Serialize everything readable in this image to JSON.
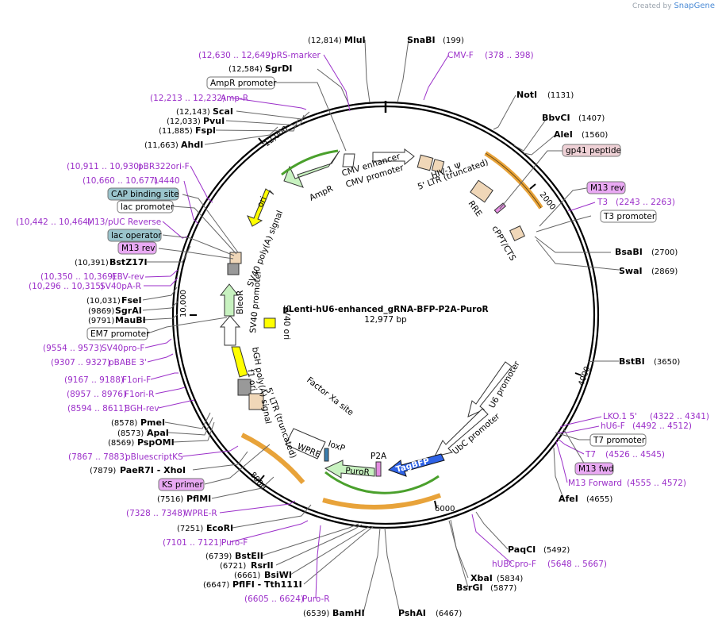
{
  "credit": {
    "prefix": "Created by",
    "brand": "SnapGene"
  },
  "plasmid": {
    "name": "pLenti-hU6-enhanced_gRNA-BFP-P2A-PuroR",
    "length_label": "12,977 bp",
    "length": 12977
  },
  "ticks": [
    "2000",
    "4000",
    "6000",
    "8000",
    "10,000",
    "12,000"
  ],
  "sites": [
    {
      "name": "MluI",
      "pos": "(12,814)",
      "side": "L"
    },
    {
      "name": "SnaBI",
      "pos": "(199)",
      "side": "R"
    },
    {
      "name": "SgrDI",
      "pos": "(12,584)",
      "side": "L"
    },
    {
      "name": "ScaI",
      "pos": "(12,143)",
      "side": "L"
    },
    {
      "name": "PvuI",
      "pos": "(12,033)",
      "side": "L"
    },
    {
      "name": "FspI",
      "pos": "(11,885)",
      "side": "L"
    },
    {
      "name": "AhdI",
      "pos": "(11,663)",
      "side": "L"
    },
    {
      "name": "NotI",
      "pos": "(1131)",
      "side": "R"
    },
    {
      "name": "BbvCI",
      "pos": "(1407)",
      "side": "R"
    },
    {
      "name": "AleI",
      "pos": "(1560)",
      "side": "R"
    },
    {
      "name": "BsaBI",
      "pos": "(2700)",
      "side": "R"
    },
    {
      "name": "SwaI",
      "pos": "(2869)",
      "side": "R"
    },
    {
      "name": "BstBI",
      "pos": "(3650)",
      "side": "R"
    },
    {
      "name": "BstZ17I",
      "pos": "(10,391)",
      "side": "L"
    },
    {
      "name": "FseI",
      "pos": "(10,031)",
      "side": "L"
    },
    {
      "name": "SgrAI",
      "pos": "(9869)",
      "side": "L"
    },
    {
      "name": "MauBI",
      "pos": "(9791)",
      "side": "L"
    },
    {
      "name": "PmeI",
      "pos": "(8578)",
      "side": "L"
    },
    {
      "name": "ApaI",
      "pos": "(8573)",
      "side": "L"
    },
    {
      "name": "PspOMI",
      "pos": "(8569)",
      "side": "L"
    },
    {
      "name": "PaeR7I - XhoI",
      "pos": "(7879)",
      "side": "L"
    },
    {
      "name": "PflMI",
      "pos": "(7516)",
      "side": "L"
    },
    {
      "name": "EcoRI",
      "pos": "(7251)",
      "side": "L"
    },
    {
      "name": "BstEII",
      "pos": "(6739)",
      "side": "L"
    },
    {
      "name": "RsrII",
      "pos": "(6721)",
      "side": "L"
    },
    {
      "name": "BsiWI",
      "pos": "(6661)",
      "side": "L"
    },
    {
      "name": "PflFI - Tth111I",
      "pos": "(6647)",
      "side": "L"
    },
    {
      "name": "BamHI",
      "pos": "(6539)",
      "side": "L"
    },
    {
      "name": "PshAI",
      "pos": "(6467)",
      "side": "R"
    },
    {
      "name": "XbaI",
      "pos": "(5834)",
      "side": "R"
    },
    {
      "name": "BsrGI",
      "pos": "(5877)",
      "side": "R"
    },
    {
      "name": "PaqCI",
      "pos": "(5492)",
      "side": "R"
    },
    {
      "name": "AfeI",
      "pos": "(4655)",
      "side": "R"
    }
  ],
  "primers": [
    {
      "name": "CMV-F",
      "range": "(378 .. 398)",
      "side": "R"
    },
    {
      "name": "pRS-marker",
      "range": "(12,630 .. 12,649)",
      "side": "L"
    },
    {
      "name": "Amp-R",
      "range": "(12,213 .. 12,232)",
      "side": "L"
    },
    {
      "name": "pBR322ori-F",
      "range": "(10,911 .. 10,930)",
      "side": "L"
    },
    {
      "name": "L4440",
      "range": "(10,660 .. 10,677)",
      "side": "L"
    },
    {
      "name": "M13/pUC Reverse",
      "range": "(10,442 .. 10,464)",
      "side": "L"
    },
    {
      "name": "EBV-rev",
      "range": "(10,350 .. 10,369)",
      "side": "L"
    },
    {
      "name": "SV40pA-R",
      "range": "(10,296 .. 10,315)",
      "side": "L"
    },
    {
      "name": "SV40pro-F",
      "range": "(9554 .. 9573)",
      "side": "L"
    },
    {
      "name": "pBABE 3'",
      "range": "(9307 .. 9327)",
      "side": "L"
    },
    {
      "name": "F1ori-F",
      "range": "(9167 .. 9188)",
      "side": "L"
    },
    {
      "name": "F1ori-R",
      "range": "(8957 .. 8976)",
      "side": "L"
    },
    {
      "name": "BGH-rev",
      "range": "(8594 .. 8611)",
      "side": "L"
    },
    {
      "name": "pBluescriptKS",
      "range": "(7867 .. 7883)",
      "side": "L"
    },
    {
      "name": "WPRE-R",
      "range": "(7328 .. 7348)",
      "side": "L"
    },
    {
      "name": "Puro-F",
      "range": "(7101 .. 7121)",
      "side": "L"
    },
    {
      "name": "Puro-R",
      "range": "(6605 .. 6624)",
      "side": "L"
    },
    {
      "name": "hUBCpro-F",
      "range": "(5648 .. 5667)",
      "side": "R"
    },
    {
      "name": "T3",
      "range": "(2243 .. 2263)",
      "side": "R"
    },
    {
      "name": "LKO.1 5'",
      "range": "(4322 .. 4341)",
      "side": "R"
    },
    {
      "name": "hU6-F",
      "range": "(4492 .. 4512)",
      "side": "R"
    },
    {
      "name": "T7",
      "range": "(4526 .. 4545)",
      "side": "R"
    },
    {
      "name": "M13 Forward",
      "range": "(4555 .. 4572)",
      "side": "R"
    }
  ],
  "boxes": [
    {
      "name": "AmpR promoter",
      "style": "white"
    },
    {
      "name": "gp41 peptide",
      "style": "pink"
    },
    {
      "name": "M13 rev",
      "style": "violet"
    },
    {
      "name": "T3 promoter",
      "style": "white"
    },
    {
      "name": "CAP binding site",
      "style": "teal"
    },
    {
      "name": "lac promoter",
      "style": "white"
    },
    {
      "name": "lac operator",
      "style": "teal"
    },
    {
      "name": "M13 rev",
      "style": "violet"
    },
    {
      "name": "EM7 promoter",
      "style": "white"
    },
    {
      "name": "T7 promoter",
      "style": "white"
    },
    {
      "name": "M13 fwd",
      "style": "violet"
    },
    {
      "name": "KS primer",
      "style": "violet"
    }
  ],
  "features": [
    {
      "name": "CMV enhancer"
    },
    {
      "name": "CMV promoter"
    },
    {
      "name": "HIV-1 Ψ"
    },
    {
      "name": "5' LTR (truncated)"
    },
    {
      "name": "RRE"
    },
    {
      "name": "cPPT/CTS"
    },
    {
      "name": "AmpR"
    },
    {
      "name": "ori"
    },
    {
      "name": "SV40 poly(A) signal"
    },
    {
      "name": "SV40 promoter"
    },
    {
      "name": "BleoR"
    },
    {
      "name": "SV40 ori"
    },
    {
      "name": "bGH poly(A) signal"
    },
    {
      "name": "f1 ori"
    },
    {
      "name": "5' LTR (truncated)"
    },
    {
      "name": "Factor Xa site"
    },
    {
      "name": "U6 promoter"
    },
    {
      "name": "UbC promoter"
    },
    {
      "name": "WPRE"
    },
    {
      "name": "loxP"
    },
    {
      "name": "P2A"
    },
    {
      "name": "PuroR"
    },
    {
      "name": "TagBFP"
    }
  ]
}
